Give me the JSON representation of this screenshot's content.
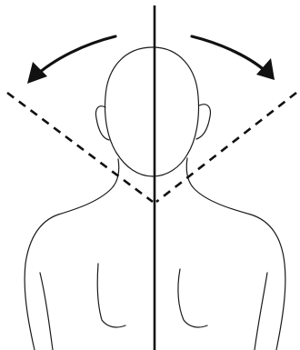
{
  "figure": {
    "subject": "head-and-shoulders-back-view",
    "rotation_directions": [
      "left",
      "right"
    ]
  },
  "colors": {
    "line": "#111111",
    "background": "#ffffff"
  }
}
